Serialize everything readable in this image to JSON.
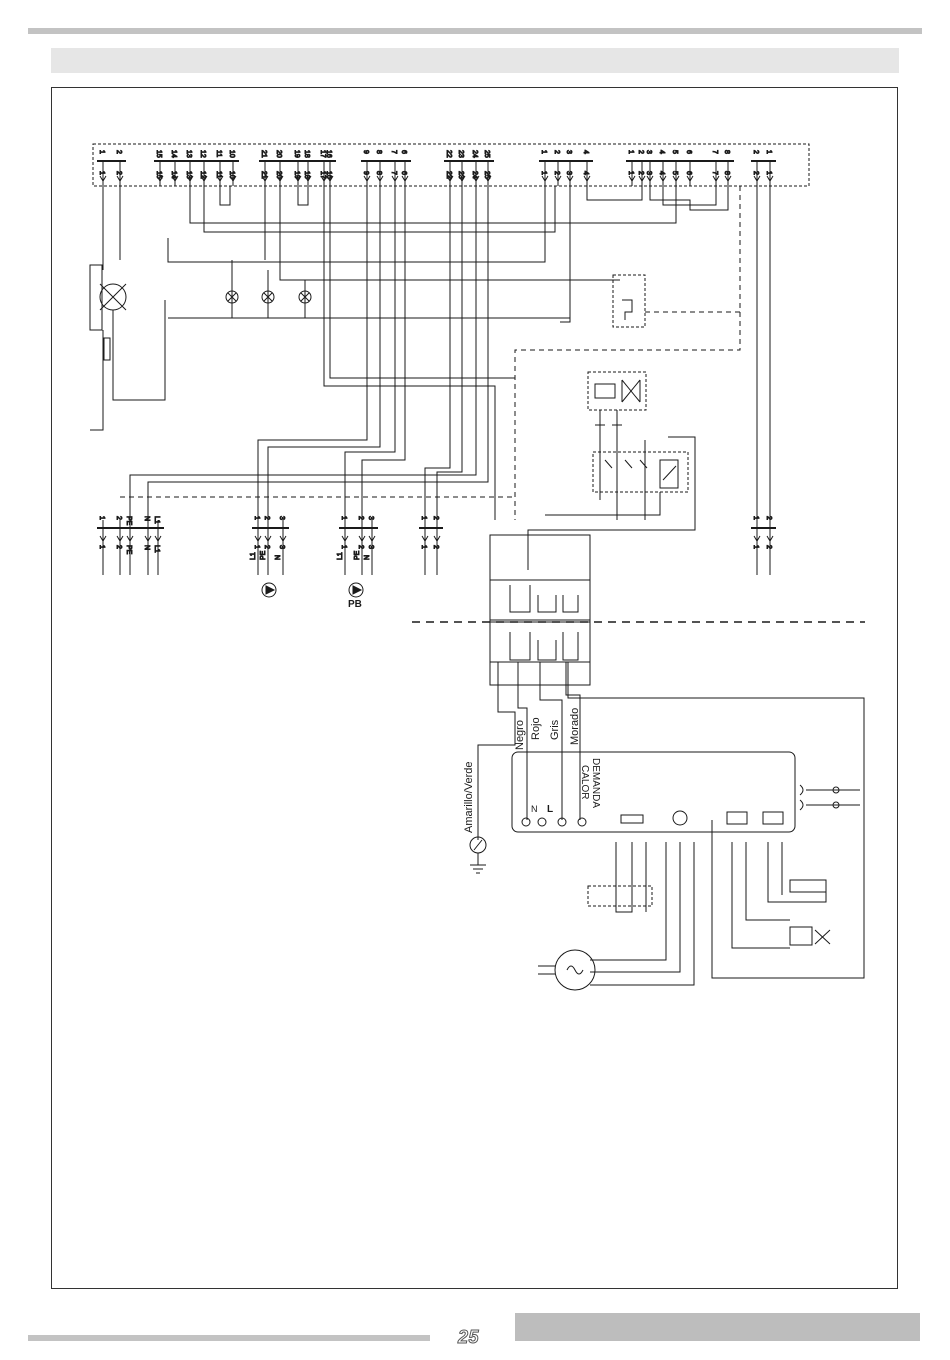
{
  "page": {
    "number": "25"
  },
  "labels": {
    "pb": "PB",
    "negro": "Negro",
    "rojo": "Rojo",
    "gris": "Gris",
    "morado": "Morado",
    "amarillo_verde": "Amarillo/Verde",
    "demanda": "DEMANDA",
    "calor": "CALOR",
    "n": "N",
    "l": "L"
  },
  "terminal_blocks": {
    "b1": [
      "1",
      "2"
    ],
    "b2": [
      "15",
      "14",
      "13",
      "12",
      "11",
      "10"
    ],
    "b3": [
      "21",
      "20",
      "19",
      "18",
      "17",
      "16"
    ],
    "b4": [
      "9",
      "8",
      "7",
      "6"
    ],
    "b5": [
      "22",
      "23",
      "24",
      "25"
    ],
    "b6": [
      "1",
      "2",
      "3",
      "4"
    ],
    "b7": [
      "1",
      "2",
      "3",
      "4",
      "5",
      "6",
      "7",
      "8"
    ],
    "b8": [
      "2",
      "1"
    ]
  },
  "lower_terminals": {
    "power": {
      "top": [
        "1",
        "2",
        "PE",
        "N",
        "L1"
      ],
      "bottom": [
        "1",
        "2",
        "PE",
        "N",
        "L1"
      ]
    },
    "pump1": {
      "top": [
        "1",
        "2",
        "3"
      ],
      "bottom": [
        "1",
        "2",
        "3"
      ],
      "names": [
        "L1",
        "PE",
        "N"
      ]
    },
    "pump2": {
      "top": [
        "1",
        "2",
        "3"
      ],
      "bottom": [
        "1",
        "2",
        "3"
      ],
      "names": [
        "L1",
        "PE",
        "N"
      ]
    },
    "pair_a": {
      "top": [
        "1",
        "2"
      ],
      "bottom": [
        "1",
        "2"
      ]
    },
    "pair_b": {
      "top": [
        "1",
        "2"
      ],
      "bottom": [
        "1",
        "2"
      ]
    }
  },
  "colors": {
    "line": "#1a1a1a",
    "bar": "#c3c3c3",
    "band": "#e6e6e6"
  }
}
